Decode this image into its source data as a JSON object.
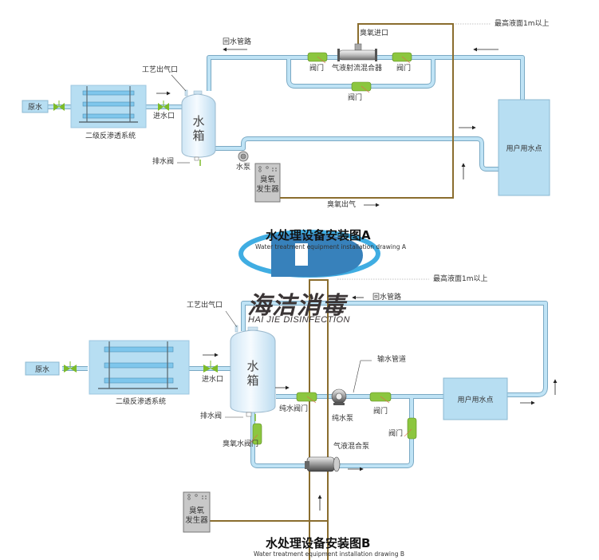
{
  "diagram_a": {
    "title": "水处理设备安装图A",
    "subtitle": "Water treatment equipment installation drawing A",
    "labels": {
      "raw_water": "原水",
      "ro_system": "二级反渗透系统",
      "inlet": "进水口",
      "process_vent": "工艺出气口",
      "tank_line1": "水",
      "tank_line2": "箱",
      "drain_valve": "排水阀",
      "pump": "水泵",
      "generator_line1": "臭氧",
      "generator_line2": "发生器",
      "return_pipe": "回水管路",
      "ozone_inlet": "臭氧进口",
      "valve_left": "阀门",
      "mixer": "气液射流混合器",
      "valve_right": "阀门",
      "valve_bypass": "阀门",
      "max_level": "最高液面1m以上",
      "user_point": "用户用水点",
      "ozone_outlet": "臭氧出气"
    }
  },
  "diagram_b": {
    "title": "水处理设备安装图B",
    "subtitle": "Water treatment equipment installation drawing B",
    "labels": {
      "raw_water": "原水",
      "ro_system": "二级反渗透系统",
      "inlet": "进水口",
      "process_vent": "工艺出气口",
      "tank_line1": "水",
      "tank_line2": "箱",
      "drain_valve": "排水阀",
      "pure_valve": "纯水阀门",
      "pure_pump": "纯水泵",
      "delivery_pipe": "输水管道",
      "valve_main": "阀门",
      "valve_branch": "阀门",
      "ozone_water_valve": "臭氧水阀门",
      "mix_pump": "气液混合泵",
      "generator_line1": "臭氧",
      "generator_line2": "发生器",
      "return_pipe": "回水管路",
      "max_level": "最高液面1m以上",
      "user_point": "用户用水点"
    }
  },
  "logo": {
    "cn": "海洁消毒",
    "en": "HAI JIE DISINFECTION"
  },
  "colors": {
    "pipe_fill": "#bfe3f5",
    "pipe_edge": "#7aa9c4",
    "ozone_line": "#8a6d2e",
    "valve_green": "#8cc63f",
    "system_box": "#b7def2",
    "logo_blue": "#2d7bb8",
    "logo_light_blue": "#36a9e1"
  }
}
